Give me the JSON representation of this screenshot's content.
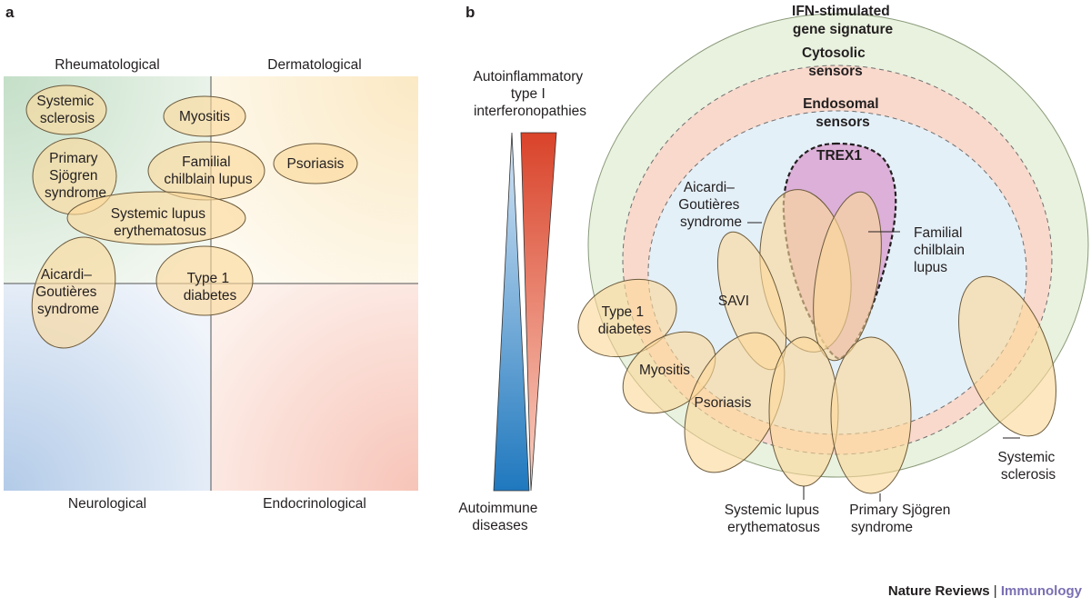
{
  "panel_a": {
    "label": "a",
    "quadrants": {
      "top_left": "Rheumatological",
      "top_right": "Dermatological",
      "bottom_left": "Neurological",
      "bottom_right": "Endocrinological"
    },
    "diseases": {
      "systemic_sclerosis": [
        "Systemic",
        "sclerosis"
      ],
      "myositis": [
        "Myositis"
      ],
      "primary_sjogren": [
        "Primary",
        "Sjögren",
        "syndrome"
      ],
      "familial_chilblain": [
        "Familial",
        "chilblain lupus"
      ],
      "psoriasis": [
        "Psoriasis"
      ],
      "sle": [
        "Systemic lupus",
        "erythematosus"
      ],
      "ags": [
        "Aicardi–",
        "Goutières",
        "syndrome"
      ],
      "type1": [
        "Type 1",
        "diabetes"
      ]
    }
  },
  "panel_b": {
    "label": "b",
    "spectrum_top": [
      "Autoinflammatory",
      "type I",
      "interferonopathies"
    ],
    "spectrum_bottom": [
      "Autoimmune",
      "diseases"
    ],
    "rings": {
      "outer": [
        "IFN-stimulated",
        "gene signature"
      ],
      "middle": [
        "Cytosolic",
        "sensors"
      ],
      "inner": [
        "Endosomal",
        "sensors"
      ]
    },
    "trex1": "TREX1",
    "diseases": {
      "ags": [
        "Aicardi–",
        "Goutières",
        "syndrome"
      ],
      "familial_chilblain": [
        "Familial",
        "chilblain",
        "lupus"
      ],
      "savi": "SAVI",
      "type1": [
        "Type 1",
        "diabetes"
      ],
      "myositis": "Myositis",
      "psoriasis": "Psoriasis",
      "sle": [
        "Systemic lupus",
        "erythematosus"
      ],
      "primary_sjogren": [
        "Primary Sjögren",
        "syndrome"
      ],
      "systemic_sclerosis": [
        "Systemic",
        "sclerosis"
      ]
    }
  },
  "credit": {
    "publisher": "Nature Reviews",
    "separator": "|",
    "journal": "Immunology"
  }
}
